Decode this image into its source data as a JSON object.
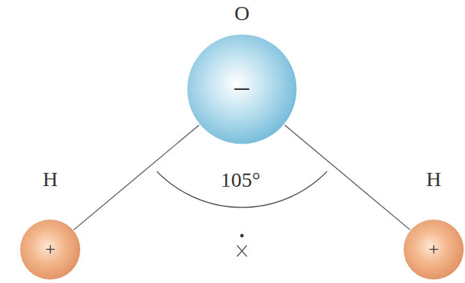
{
  "diagram": {
    "nodes": [
      {
        "text": [
          "O",
          "−"
        ]
      },
      {
        "text": [
          "H",
          "+"
        ]
      },
      {
        "text": [
          "H",
          "+"
        ]
      }
    ],
    "edges": [
      {
        "from": 0,
        "to": 1,
        "arrow": "none"
      },
      {
        "from": 0,
        "to": 2,
        "arrow": "none"
      }
    ],
    "labels": [
      "105°"
    ]
  }
}
